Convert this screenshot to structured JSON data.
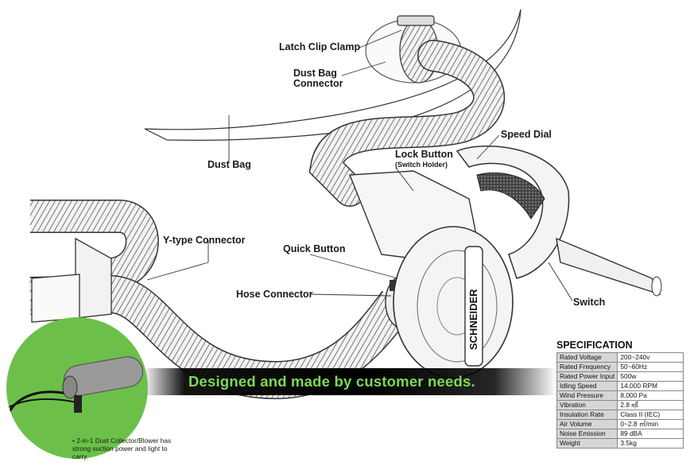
{
  "callouts": {
    "latch_clip_clamp": "Latch Clip Clamp",
    "dust_bag_connector_line1": "Dust Bag",
    "dust_bag_connector_line2": "Connector",
    "dust_bag": "Dust Bag",
    "speed_dial": "Speed Dial",
    "lock_button": "Lock Button",
    "lock_button_sub": "(Switch Holder)",
    "y_type_connector": "Y-type Connector",
    "quick_button": "Quick Button",
    "hose_connector": "Hose Connector",
    "switch": "Switch"
  },
  "brand": "SCHNEIDER",
  "banner": {
    "tagline": "Designed and made by customer needs."
  },
  "inset": {
    "caption": "• 2-in-1 Dust Collector/Blower has strong suction power and light to carry."
  },
  "specification": {
    "title": "SPECIFICATION",
    "rows": [
      {
        "label": "Rated Voltage",
        "value": "200~240v"
      },
      {
        "label": "Rated Frequency",
        "value": "50~60Hz"
      },
      {
        "label": "Rated Power Input",
        "value": "500w"
      },
      {
        "label": "Idling Speed",
        "value": "14,000 RPM"
      },
      {
        "label": "Wind Pressure",
        "value": "8,000 Pa"
      },
      {
        "label": "Vibration",
        "value": "2.8 ㎨"
      },
      {
        "label": "Insulation Rate",
        "value": "Class II (IEC)"
      },
      {
        "label": "Air Volume",
        "value": "0~2.8 ㎥/min"
      },
      {
        "label": "Noise Emission",
        "value": "89 dBA"
      },
      {
        "label": "Weight",
        "value": "3.5kg"
      }
    ]
  },
  "colors": {
    "accent_green": "#6cc04a",
    "tagline_green": "#7ed957",
    "banner_black": "#000000"
  }
}
